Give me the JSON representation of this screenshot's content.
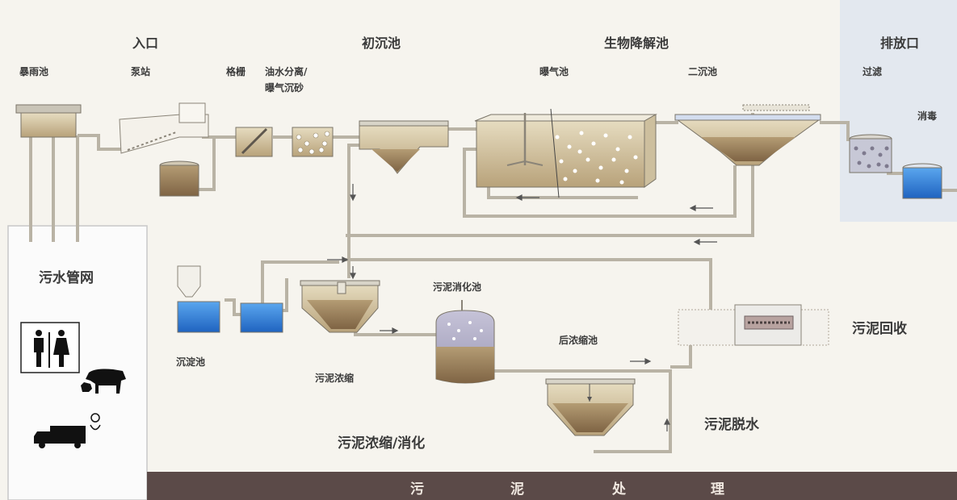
{
  "labels": {
    "entry": "入口",
    "primary": "初沉池",
    "bio": "生物降解池",
    "outlet": "排放口",
    "storm": "暴雨池",
    "pump": "泵站",
    "grille": "格栅",
    "oil1": "油水分离/",
    "oil2": "曝气沉砂",
    "aeration": "曝气池",
    "secondary": "二沉池",
    "filter": "过滤",
    "disinfect": "消毒",
    "sewer": "污水管网",
    "sediment": "沉淀池",
    "digester": "污泥消化池",
    "thicken": "污泥浓缩",
    "post_thicken": "后浓缩池",
    "recycle": "污泥回收",
    "dewater": "污泥脱水",
    "thicken_digest": "污泥浓缩/消化",
    "banner": [
      "污",
      "泥",
      "处",
      "理"
    ]
  },
  "colors": {
    "sludge": "#9c8361",
    "tank": "#d9ccaa",
    "water": "#3a86d8",
    "banner": "#5b4a48",
    "pipe": "#b9b3a5"
  }
}
